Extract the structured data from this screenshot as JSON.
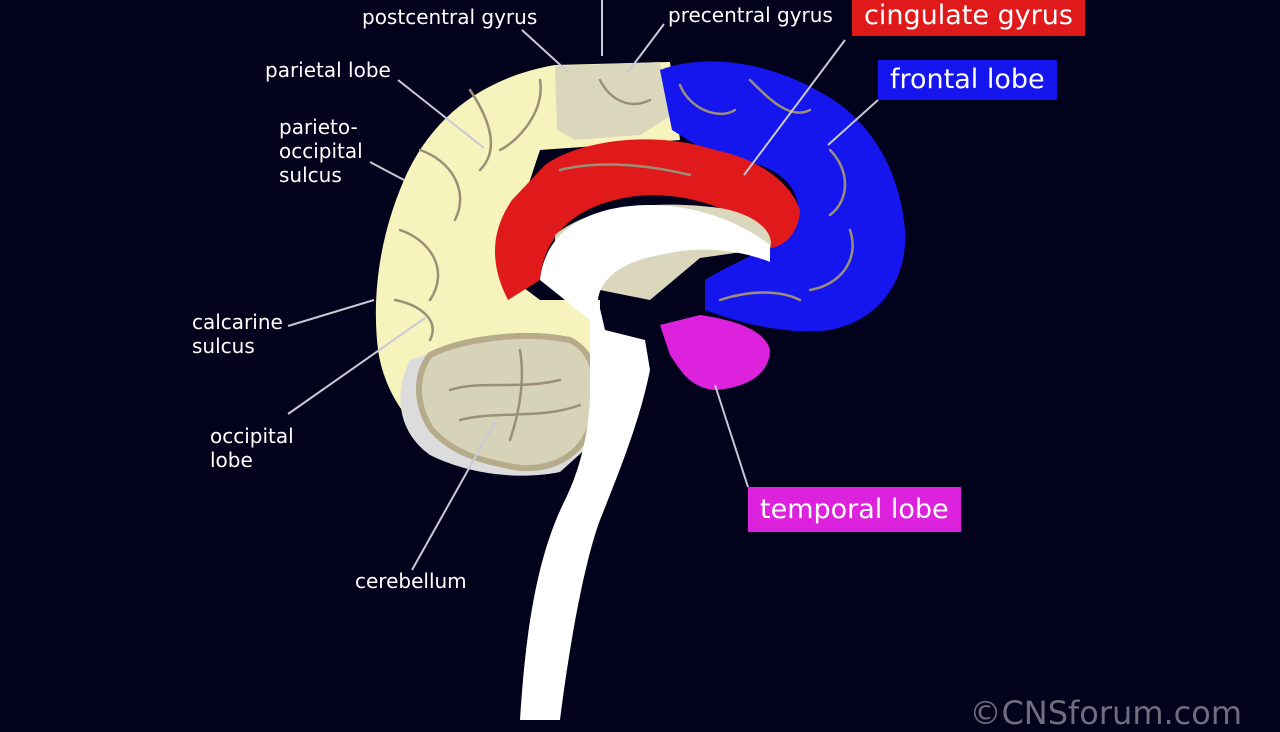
{
  "labels": {
    "postcentral": "postcentral gyrus",
    "precentral": "precentral gyrus",
    "parietal": "parietal lobe",
    "parieto_occipital": "parieto-\noccipital\nsulcus",
    "calcarine": "calcarine\nsulcus",
    "occipital": "occipital\nlobe",
    "cerebellum": "cerebellum"
  },
  "boxes": {
    "cingulate": {
      "text": "cingulate gyrus",
      "color": "#e01a1a"
    },
    "frontal": {
      "text": "frontal lobe",
      "color": "#1515ee"
    },
    "temporal": {
      "text": "temporal lobe",
      "color": "#dd22dd"
    }
  },
  "region_colors": {
    "parietal": "#f7f3bd",
    "postcentral": "#dad7bd",
    "cingulate": "#e01a1a",
    "frontal": "#1515ee",
    "temporal": "#dd22dd",
    "cerebellum": "#d6d3b8",
    "occipital_grey": "#dcdcdc",
    "brainstem": "#ffffff",
    "sulcus_line": "#9b8f78",
    "leader_line": "#c9c9d6"
  },
  "copyright": "©CNSforum.com"
}
